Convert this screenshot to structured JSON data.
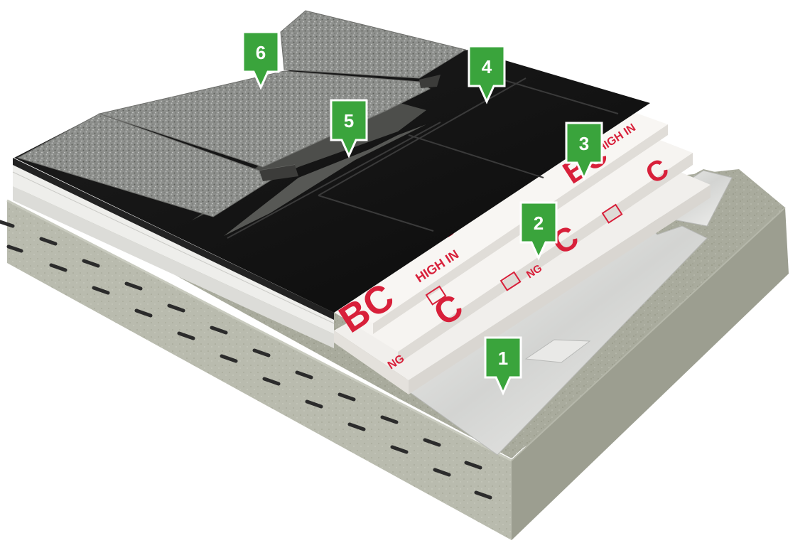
{
  "markers": [
    {
      "label": "1"
    },
    {
      "label": "2"
    },
    {
      "label": "3"
    },
    {
      "label": "4"
    },
    {
      "label": "5"
    },
    {
      "label": "6"
    }
  ],
  "board_print": {
    "brand": "BC",
    "brand_alt": "C",
    "tagline_a": "HIGH IN",
    "tagline_b": "NG"
  },
  "colors": {
    "marker_fill": "#3aa43c",
    "marker_border": "#ffffff",
    "insulation_print": "#d8203a",
    "membrane": "#141414",
    "slate_cap": "#8a8c8a",
    "concrete": "#a9ab9d"
  }
}
